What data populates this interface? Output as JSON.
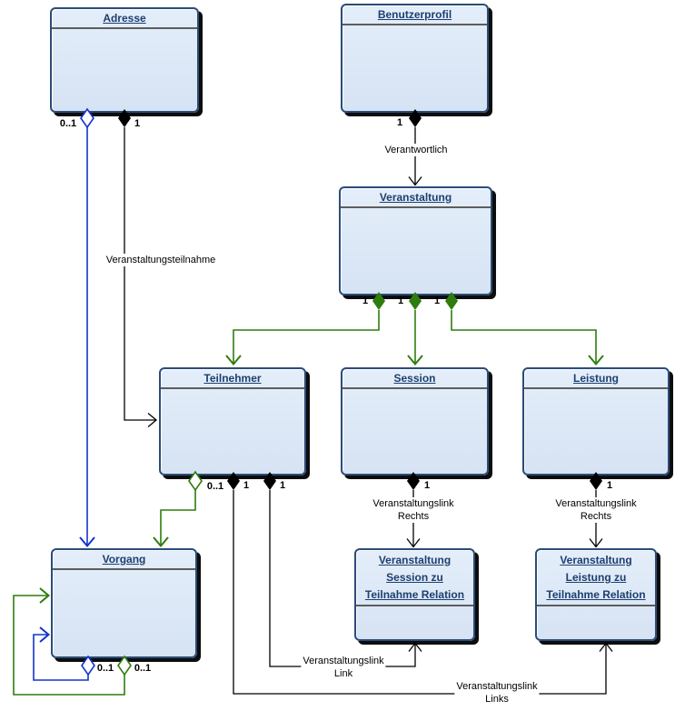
{
  "entities": {
    "adresse": {
      "title": "Adresse"
    },
    "benutzerprofil": {
      "title": "Benutzerprofil"
    },
    "veranstaltung": {
      "title": "Veranstaltung"
    },
    "teilnehmer": {
      "title": "Teilnehmer"
    },
    "session": {
      "title": "Session"
    },
    "leistung": {
      "title": "Leistung"
    },
    "vorgang": {
      "title": "Vorgang"
    },
    "session_relation": {
      "title": "Veranstaltung\nSession zu\nTeilnahme Relation"
    },
    "leistung_relation": {
      "title": "Veranstaltung\nLeistung zu\nTeilnahme Relation"
    }
  },
  "labels": {
    "verantwortlich": "Verantwortlich",
    "veranstaltungsteilnahme": "Veranstaltungsteilnahme",
    "link_rechts_session": "Veranstaltungslink\nRechts",
    "link_rechts_leistung": "Veranstaltungslink\nRechts",
    "link_link": "Veranstaltungslink\nLink",
    "link_links": "Veranstaltungslink\nLinks"
  },
  "multiplicities": {
    "adresse_vorgang": "0..1",
    "adresse_teilnehmer": "1",
    "benutzerprofil_veranstaltung": "1",
    "veranstaltung_teilnehmer": "1",
    "veranstaltung_session": "1",
    "veranstaltung_leistung": "1",
    "teilnehmer_vorgang": "0..1",
    "teilnehmer_leistungrel": "1",
    "teilnehmer_sessionrel": "1",
    "session_relation": "1",
    "leistung_relation": "1",
    "vorgang_self_blue": "0..1",
    "vorgang_self_green": "0..1"
  },
  "colors": {
    "entity_fill": "#dbe7f7",
    "entity_border": "#2b4c77",
    "title_text": "#1d3f6e",
    "separator": "#5d5d5d",
    "shadow": "#0d0d0d",
    "connector_black": "#000000",
    "connector_green": "#2e7d0e",
    "connector_blue": "#1433cc"
  }
}
